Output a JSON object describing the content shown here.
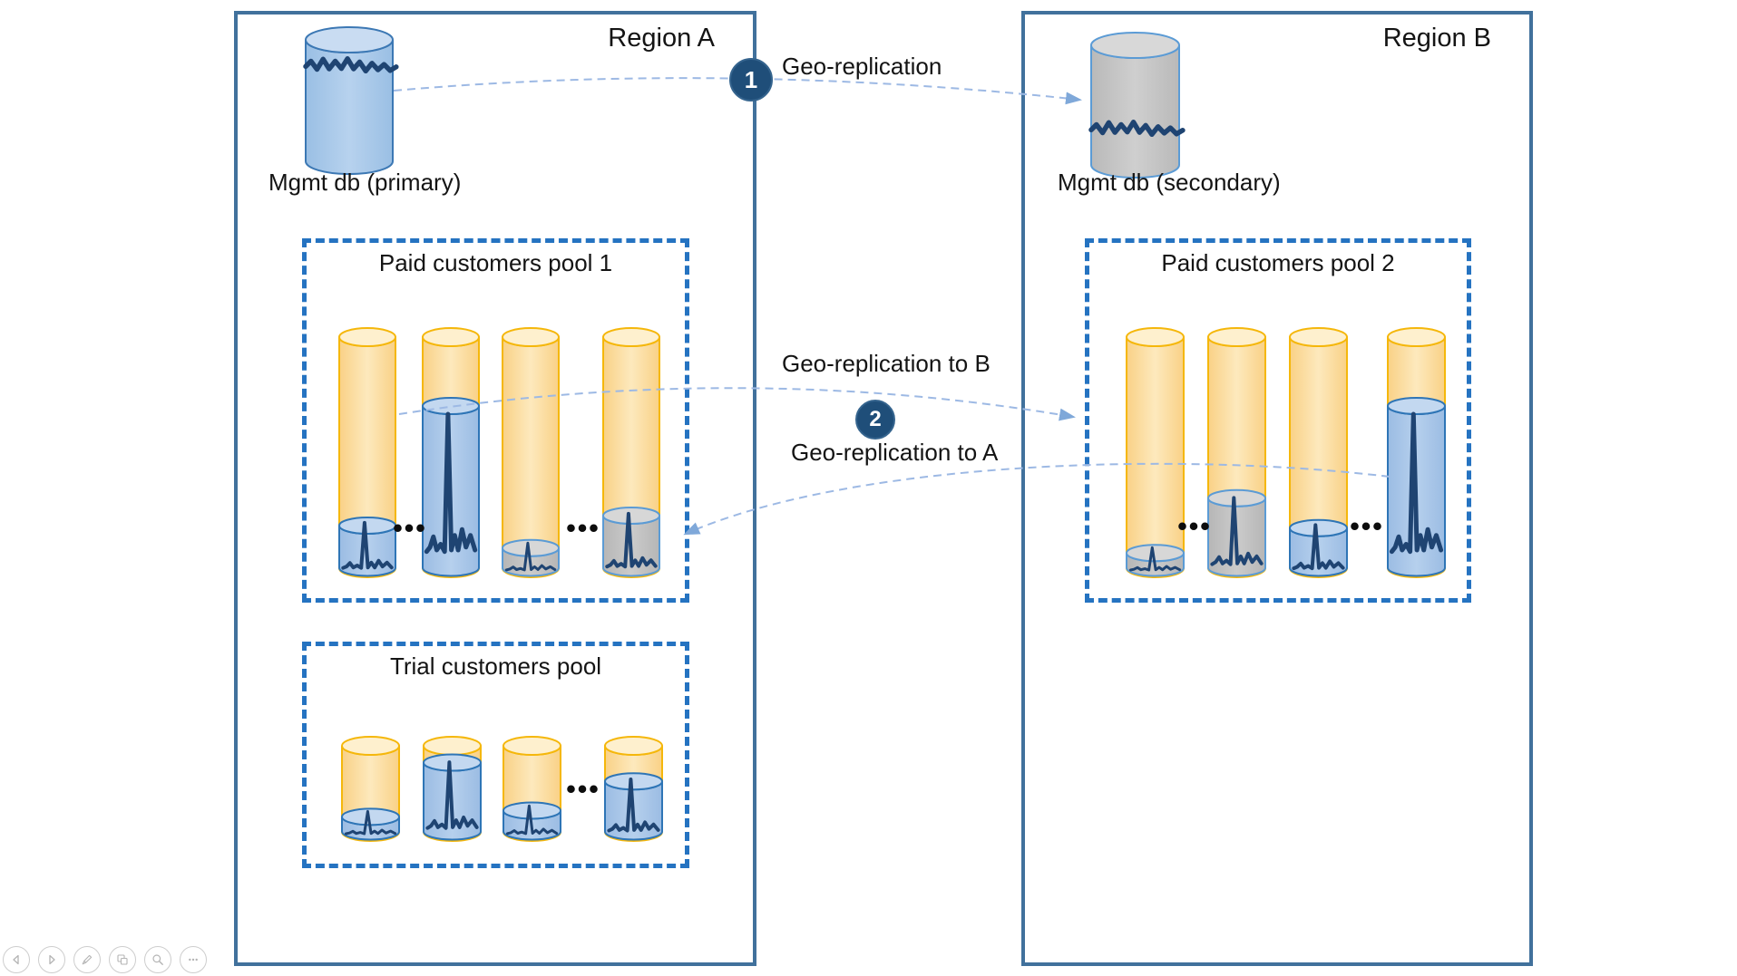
{
  "slide": {
    "regions": [
      {
        "id": "a",
        "title": "Region A"
      },
      {
        "id": "b",
        "title": "Region B"
      }
    ],
    "databases": [
      {
        "id": "primary",
        "label": "Mgmt db (primary)",
        "variant": "blue"
      },
      {
        "id": "secondary",
        "label": "Mgmt db (secondary)",
        "variant": "gray"
      }
    ],
    "pools": [
      {
        "id": "pool1",
        "region": "a",
        "title": "Paid customers pool 1",
        "databases": [
          {
            "variant": "blue",
            "level": 0.24
          },
          {
            "variant": "blue",
            "level": 0.72
          },
          {
            "variant": "gray",
            "level": 0.15
          },
          {
            "variant": "gray",
            "level": 0.28
          }
        ],
        "ellipsis_between": [
          [
            0,
            1
          ],
          [
            2,
            3
          ]
        ]
      },
      {
        "id": "pool2",
        "region": "b",
        "title": "Paid customers pool 2",
        "databases": [
          {
            "variant": "gray",
            "level": 0.13
          },
          {
            "variant": "gray",
            "level": 0.35
          },
          {
            "variant": "blue",
            "level": 0.23
          },
          {
            "variant": "blue",
            "level": 0.72
          }
        ],
        "ellipsis_between": [
          [
            0,
            1
          ],
          [
            2,
            3
          ]
        ]
      },
      {
        "id": "trial",
        "region": "a",
        "title": "Trial customers pool",
        "databases": [
          {
            "variant": "blue",
            "level": 0.31
          },
          {
            "variant": "blue",
            "level": 0.83
          },
          {
            "variant": "blue",
            "level": 0.37
          },
          {
            "variant": "blue",
            "level": 0.65
          }
        ],
        "ellipsis_between": [
          [
            2,
            3
          ]
        ]
      }
    ],
    "annotations": [
      {
        "id": "step1",
        "badge": "1",
        "label": "Geo-replication"
      },
      {
        "id": "step2",
        "badge": "2",
        "label_top": "Geo-replication to B",
        "label_bottom": "Geo-replication to A"
      }
    ],
    "ellipsis": "•••"
  },
  "toolbar": {
    "buttons": [
      {
        "name": "previous-slide"
      },
      {
        "name": "next-slide"
      },
      {
        "name": "pen"
      },
      {
        "name": "see-all-slides"
      },
      {
        "name": "zoom-slide"
      },
      {
        "name": "more-options"
      }
    ]
  },
  "colors": {
    "region_border": "#41719C",
    "pool_border": "#2573C1",
    "badge_fill": "#1F4E79",
    "badge_ring": "#35648E",
    "arrow": "#9DB9E4",
    "arrowhead": "#7FA8D9",
    "orange_edge": "#F9D186",
    "orange_center": "#FDE9BD",
    "orange_lid": "#FEF0CE",
    "orange_stroke": "#F5B70B",
    "blue_edge": "#9BBCE3",
    "blue_center": "#B6D0ED",
    "blue_lid": "#C3D8F0",
    "blue_stroke": "#2E75B6",
    "gray_edge": "#B6B6B6",
    "gray_center": "#CBCBCB",
    "gray_lid": "#D7D7D7",
    "gray_stroke": "#5B9BD5",
    "db_blue_edge": "#9ABFE4",
    "db_blue_center": "#B7D2EE",
    "db_blue_lid": "#C9DCF2",
    "db_blue_stroke": "#3C78B4",
    "db_gray_edge": "#B9B9B9",
    "db_gray_center": "#CFCFCF",
    "db_gray_lid": "#D8D8D8",
    "db_gray_stroke": "#5B9BD5",
    "wave": "#1F4472",
    "ink": "#1a1a1a"
  }
}
